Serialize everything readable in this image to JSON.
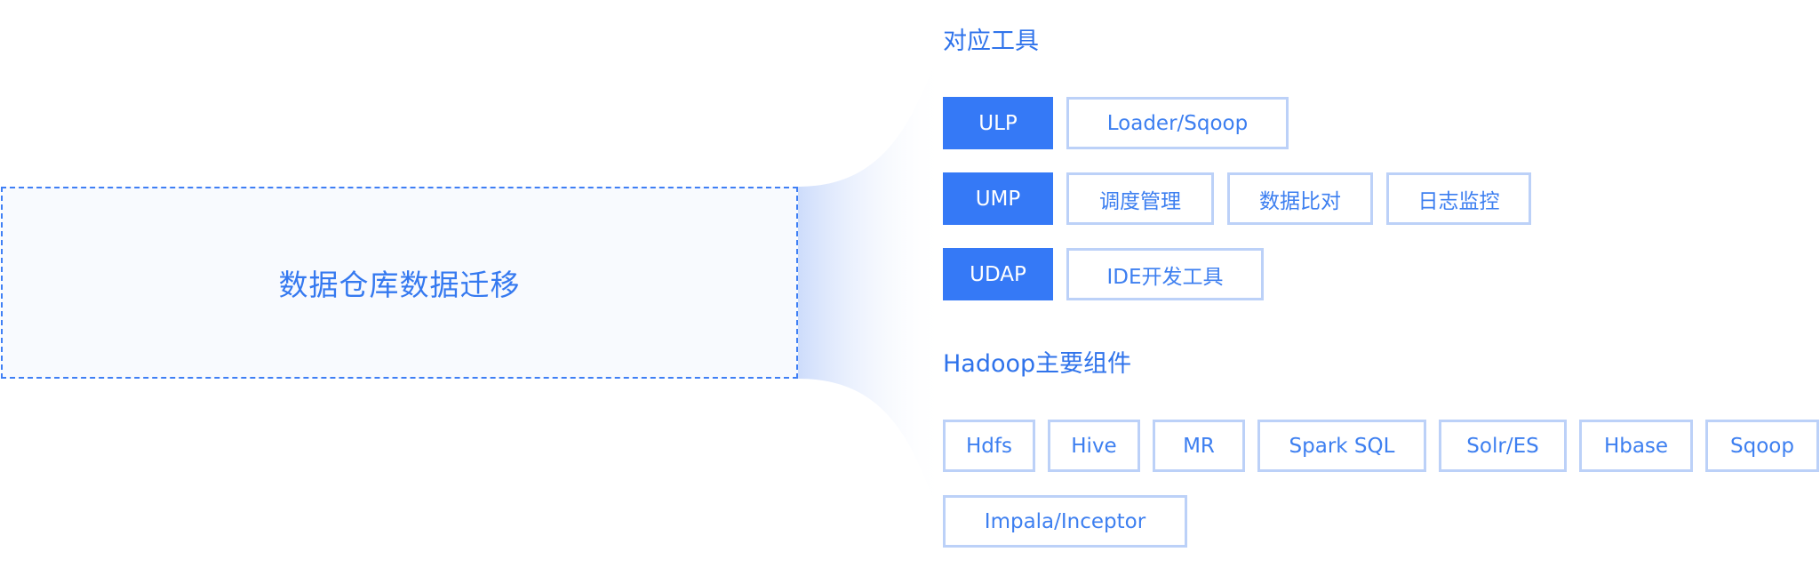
{
  "source": {
    "title": "数据仓库数据迁移"
  },
  "tools": {
    "title": "对应工具",
    "rows": [
      {
        "platform": "ULP",
        "items": [
          "Loader/Sqoop"
        ]
      },
      {
        "platform": "UMP",
        "items": [
          "调度管理",
          "数据比对",
          "日志监控"
        ]
      },
      {
        "platform": "UDAP",
        "items": [
          "IDE开发工具"
        ]
      }
    ]
  },
  "hadoop": {
    "title": "Hadoop主要组件",
    "components": [
      "Hdfs",
      "Hive",
      "MR",
      "Spark SQL",
      "Solr/ES",
      "Hbase",
      "Sqoop",
      "Impala/Inceptor"
    ]
  },
  "colors": {
    "accent": "#3579f6",
    "chip_border": "#bcd1f8",
    "text_blue": "#3d7ff0",
    "dashed_border": "#3f7ff5",
    "source_bg": "#f8fafe"
  }
}
